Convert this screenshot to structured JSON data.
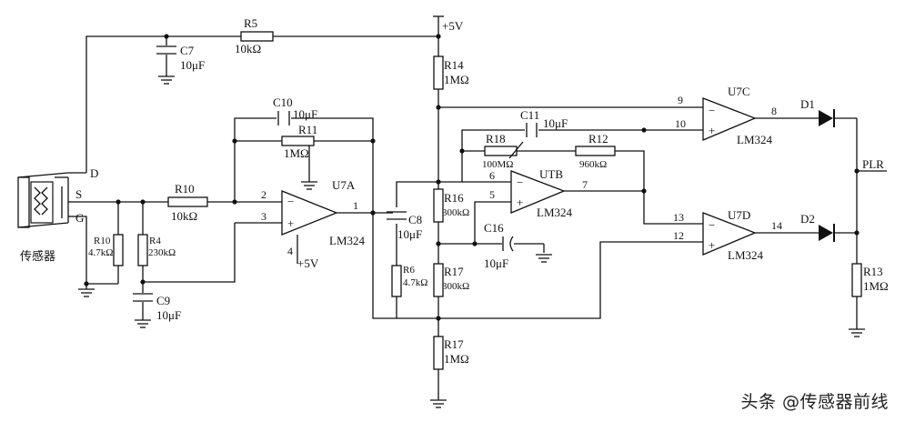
{
  "supply": {
    "vcc": "+5V",
    "opamp_supply": "+5V"
  },
  "resistors": {
    "r5": {
      "ref": "R5",
      "value": "10kΩ"
    },
    "r14": {
      "ref": "R14",
      "value": "1MΩ"
    },
    "r11": {
      "ref": "R11",
      "value": "1MΩ"
    },
    "r10a": {
      "ref": "R10",
      "value": "10kΩ"
    },
    "r10b": {
      "ref": "R10",
      "value": "4.7kΩ"
    },
    "r4": {
      "ref": "R4",
      "value": "230kΩ"
    },
    "r6": {
      "ref": "R6",
      "value": "4.7kΩ"
    },
    "r16": {
      "ref": "R16",
      "value": "300kΩ"
    },
    "r17a": {
      "ref": "R17",
      "value": "300kΩ"
    },
    "r17b": {
      "ref": "R17",
      "value": "1MΩ"
    },
    "r18": {
      "ref": "R18",
      "value": "100MΩ"
    },
    "r12": {
      "ref": "R12",
      "value": "960kΩ"
    },
    "r13": {
      "ref": "R13",
      "value": "1MΩ"
    }
  },
  "capacitors": {
    "c7": {
      "ref": "C7",
      "value": "10μF"
    },
    "c10": {
      "ref": "C10",
      "value": "10μF"
    },
    "c9": {
      "ref": "C9",
      "value": "10μF"
    },
    "c8": {
      "ref": "C8",
      "value": "10μF"
    },
    "c11": {
      "ref": "C11",
      "value": "10μF"
    },
    "c16": {
      "ref": "C16",
      "value": "10μF"
    }
  },
  "opamps": {
    "u7a": {
      "ref": "U7A",
      "part": "LM324"
    },
    "utb": {
      "ref": "UTB",
      "part": "LM324"
    },
    "u7c": {
      "ref": "U7C",
      "part": "LM324"
    },
    "u7d": {
      "ref": "U7D",
      "part": "LM324"
    }
  },
  "pins": {
    "u7a_in_neg": "2",
    "u7a_in_pos": "3",
    "u7a_out": "1",
    "u7a_vcc": "4",
    "utb_in_neg": "6",
    "utb_in_pos": "5",
    "utb_out": "7",
    "u7c_in_a": "9",
    "u7c_in_b": "10",
    "u7c_out": "8",
    "u7d_in_a": "13",
    "u7d_in_b": "12",
    "u7d_out": "14"
  },
  "diodes": {
    "d1": "D1",
    "d2": "D2"
  },
  "sensor": {
    "label": "传感器",
    "pin_d": "D",
    "pin_s": "S",
    "pin_g": "G"
  },
  "net_output": "PLR",
  "watermark": "头条 @传感器前线"
}
